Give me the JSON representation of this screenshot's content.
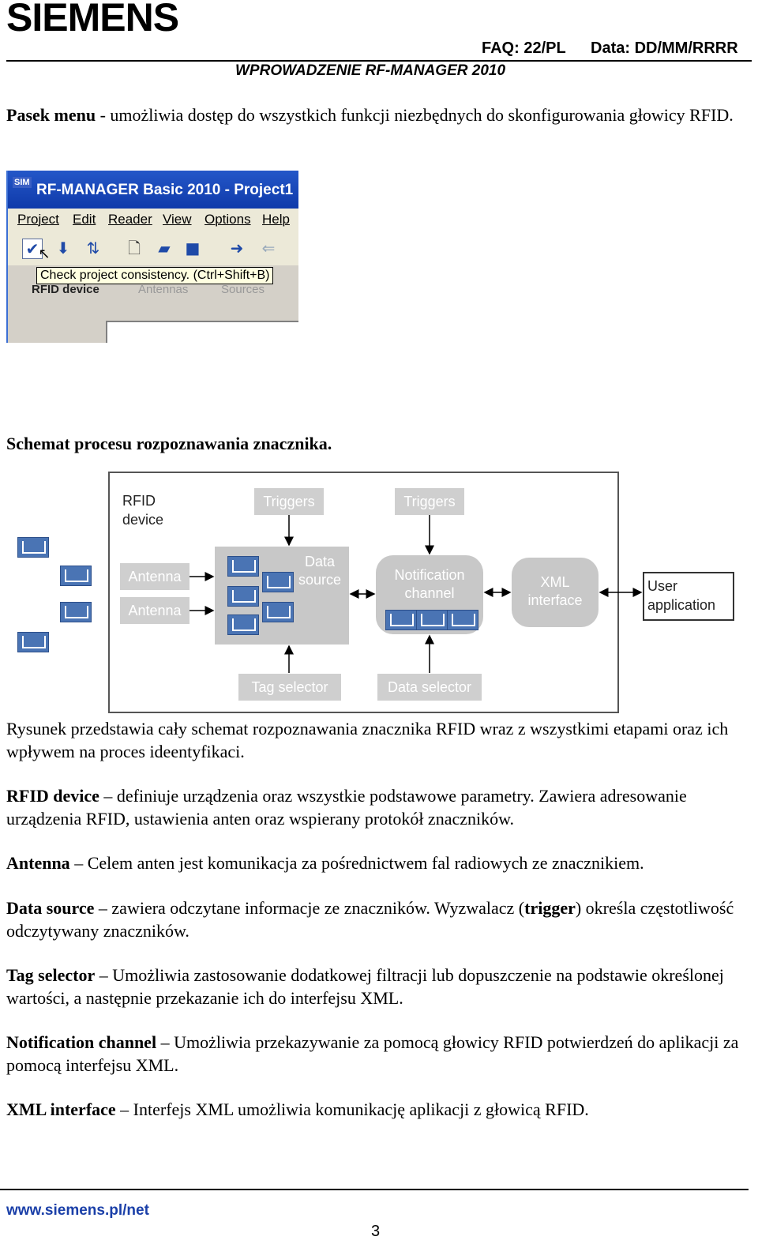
{
  "header": {
    "brand": "SIEMENS",
    "faq": "FAQ: 22/PL",
    "date": "Data: DD/MM/RRRR",
    "doc_title": "WPROWADZENIE RF-MANAGER 2010"
  },
  "intro": {
    "term": "Pasek menu",
    "text": " - umożliwia dostęp do wszystkich funkcji niezbędnych do skonfigurowania głowicy RFID."
  },
  "screenshot": {
    "logo": "SIM",
    "window_title": "RF-MANAGER Basic 2010 - Project1",
    "menu": [
      "Project",
      "Edit",
      "Reader",
      "View",
      "Options",
      "Help"
    ],
    "tooltip": "Check project consistency. (Ctrl+Shift+B)",
    "tabs": [
      "RFID device",
      "Antennas",
      "Sources"
    ]
  },
  "schema_heading": "Schemat procesu rozpoznawania znacznika.",
  "diagram": {
    "rfid_device": "RFID device",
    "triggers1": "Triggers",
    "triggers2": "Triggers",
    "antenna1": "Antenna",
    "antenna2": "Antenna",
    "data_source": "Data source",
    "notification_channel": "Notification channel",
    "xml_interface": "XML interface",
    "user_application": "User application",
    "tag_selector": "Tag selector",
    "data_selector": "Data selector"
  },
  "paragraphs": [
    {
      "term": "",
      "text": "Rysunek przedstawia cały schemat rozpoznawania znacznika RFID wraz z wszystkimi etapami oraz ich wpływem na proces ideentyfikaci."
    },
    {
      "term": "RFID device",
      "text": " – definiuje urządzenia oraz wszystkie podstawowe parametry. Zawiera adresowanie urządzenia RFID, ustawienia anten oraz wspierany protokół znaczników."
    },
    {
      "term": "Antenna",
      "text": " – Celem anten jest komunikacja za pośrednictwem fal radiowych ze znacznikiem."
    },
    {
      "term": "Data source",
      "text_a": " – zawiera odczytane informacje ze znaczników. Wyzwalacz (",
      "term2": "trigger",
      "text_b": ") określa częstotliwość odczytywany znaczników."
    },
    {
      "term": "Tag selector",
      "text": " – Umożliwia zastosowanie dodatkowej filtracji lub dopuszczenie na podstawie określonej wartości, a następnie przekazanie ich do interfejsu XML."
    },
    {
      "term": "Notification channel",
      "text": " – Umożliwia przekazywanie za pomocą głowicy RFID potwierdzeń do aplikacji za pomocą interfejsu XML."
    },
    {
      "term": "XML interface",
      "text": " – Interfejs XML umożliwia komunikację aplikacji z głowicą RFID."
    }
  ],
  "footer": {
    "url": "www.siemens.pl/net",
    "page": "3"
  }
}
